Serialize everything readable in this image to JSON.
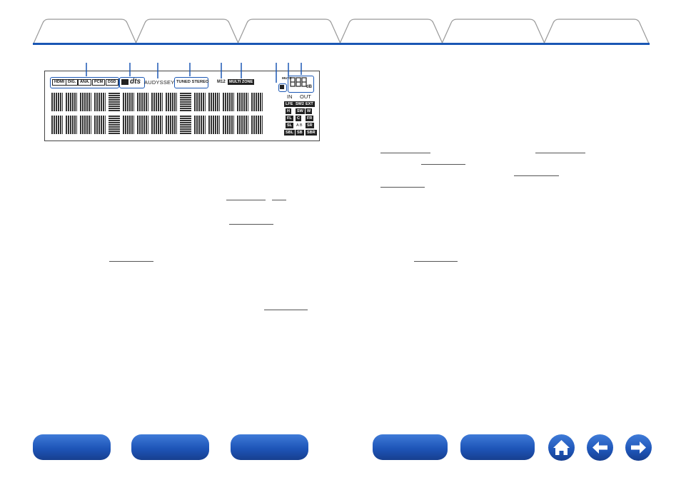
{
  "colors": {
    "accent": "#1a57b4",
    "button": "#1e55b8",
    "ink": "#222222"
  },
  "tabs": [
    {
      "label": ""
    },
    {
      "label": ""
    },
    {
      "label": ""
    },
    {
      "label": ""
    },
    {
      "label": ""
    },
    {
      "label": ""
    }
  ],
  "display": {
    "input_indicators": [
      "HDMI",
      "DIG.",
      "ANA.",
      "PCM",
      "DSD"
    ],
    "format_logos": [
      "dts"
    ],
    "audyssey": "AUDYSSEY",
    "tuned_stereo": "TUNED STEREO",
    "memory": "M12",
    "multi_zone": "MULTI ZONE",
    "mute": "MUTE",
    "volume_unit": "dB",
    "channel_header_in": "IN",
    "channel_header_out": "OUT",
    "channel_rows": [
      [
        "LFE",
        "SW2",
        "EXT"
      ],
      [
        "H",
        "SW",
        "W"
      ],
      [
        "FL",
        "C",
        "FR"
      ],
      [
        "SL",
        "A B",
        "SR"
      ],
      [
        "SBL",
        "SB",
        "SBR"
      ]
    ]
  },
  "bottom_nav": {
    "buttons": [
      {
        "label": ""
      },
      {
        "label": ""
      },
      {
        "label": ""
      },
      {
        "label": ""
      },
      {
        "label": ""
      }
    ],
    "icons": [
      "home-icon",
      "arrow-left-icon",
      "arrow-right-icon"
    ]
  }
}
